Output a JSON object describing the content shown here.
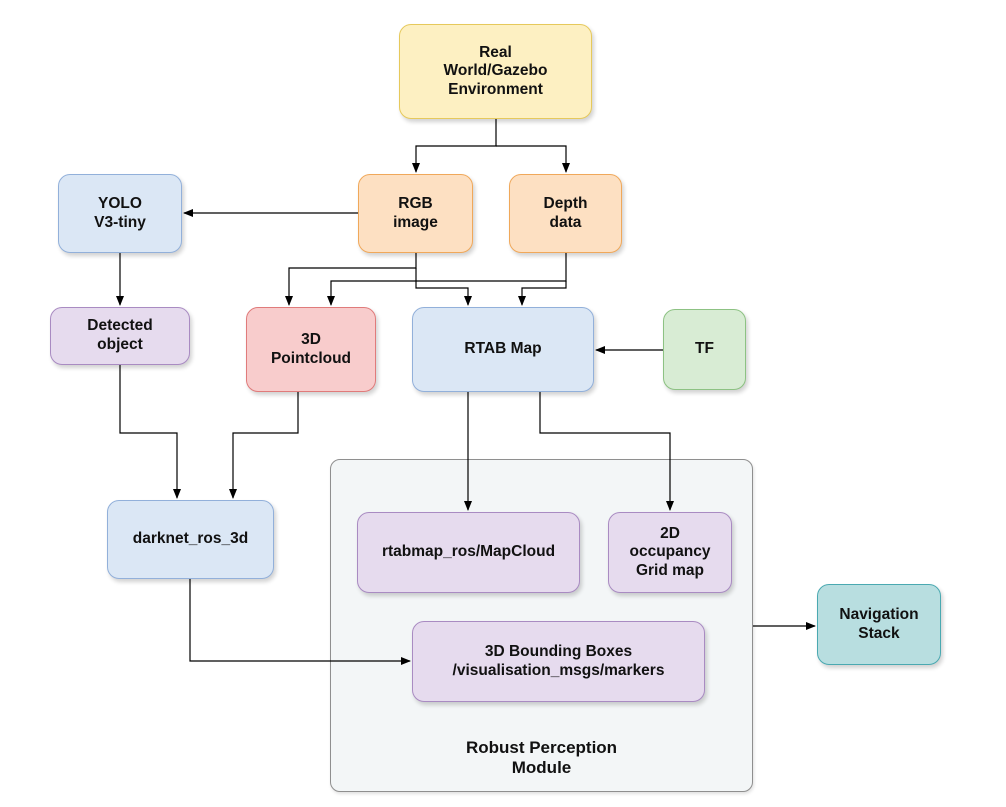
{
  "colors": {
    "yellow": {
      "fill": "#fdf0c2",
      "stroke": "#e6c95b"
    },
    "orange": {
      "fill": "#fde0c2",
      "stroke": "#f0a85a"
    },
    "blue": {
      "fill": "#dbe7f5",
      "stroke": "#92b0da"
    },
    "purple": {
      "fill": "#e6dbee",
      "stroke": "#a98bc2"
    },
    "red": {
      "fill": "#f8cccc",
      "stroke": "#e07b7b"
    },
    "green": {
      "fill": "#d8ecd4",
      "stroke": "#8dc283"
    },
    "teal": {
      "fill": "#b8dee0",
      "stroke": "#4aa9b1"
    },
    "module": "#f3f6f7",
    "edge": "#000000"
  },
  "nodes": {
    "env": {
      "label": "Real\nWorld/Gazebo\nEnvironment",
      "color": "yellow"
    },
    "rgb": {
      "label": "RGB\nimage",
      "color": "orange"
    },
    "depth": {
      "label": "Depth\ndata",
      "color": "orange"
    },
    "yolo": {
      "label": "YOLO\nV3-tiny",
      "color": "blue"
    },
    "detected": {
      "label": "Detected\nobject",
      "color": "purple"
    },
    "pointcloud": {
      "label": "3D\nPointcloud",
      "color": "red"
    },
    "rtab": {
      "label": "RTAB Map",
      "color": "blue"
    },
    "tf": {
      "label": "TF",
      "color": "green"
    },
    "darknet": {
      "label": "darknet_ros_3d",
      "color": "blue"
    },
    "mapcloud": {
      "label": "rtabmap_ros/MapCloud",
      "color": "purple"
    },
    "occupancy": {
      "label": "2D\noccupancy\nGrid map",
      "color": "purple"
    },
    "bbox": {
      "label": "3D Bounding Boxes\n/visualisation_msgs/markers",
      "color": "purple"
    },
    "nav": {
      "label": "Navigation\nStack",
      "color": "teal"
    }
  },
  "module": {
    "label": "Robust Perception\nModule"
  },
  "edges": [
    {
      "from": "env",
      "to": "rgb"
    },
    {
      "from": "env",
      "to": "depth"
    },
    {
      "from": "rgb",
      "to": "yolo"
    },
    {
      "from": "yolo",
      "to": "detected"
    },
    {
      "from": "rgb",
      "to": "pointcloud"
    },
    {
      "from": "depth",
      "to": "pointcloud"
    },
    {
      "from": "rgb",
      "to": "rtab"
    },
    {
      "from": "depth",
      "to": "rtab"
    },
    {
      "from": "tf",
      "to": "rtab"
    },
    {
      "from": "detected",
      "to": "darknet"
    },
    {
      "from": "pointcloud",
      "to": "darknet"
    },
    {
      "from": "rtab",
      "to": "mapcloud"
    },
    {
      "from": "rtab",
      "to": "occupancy"
    },
    {
      "from": "darknet",
      "to": "bbox"
    },
    {
      "from": "module",
      "to": "nav"
    }
  ]
}
